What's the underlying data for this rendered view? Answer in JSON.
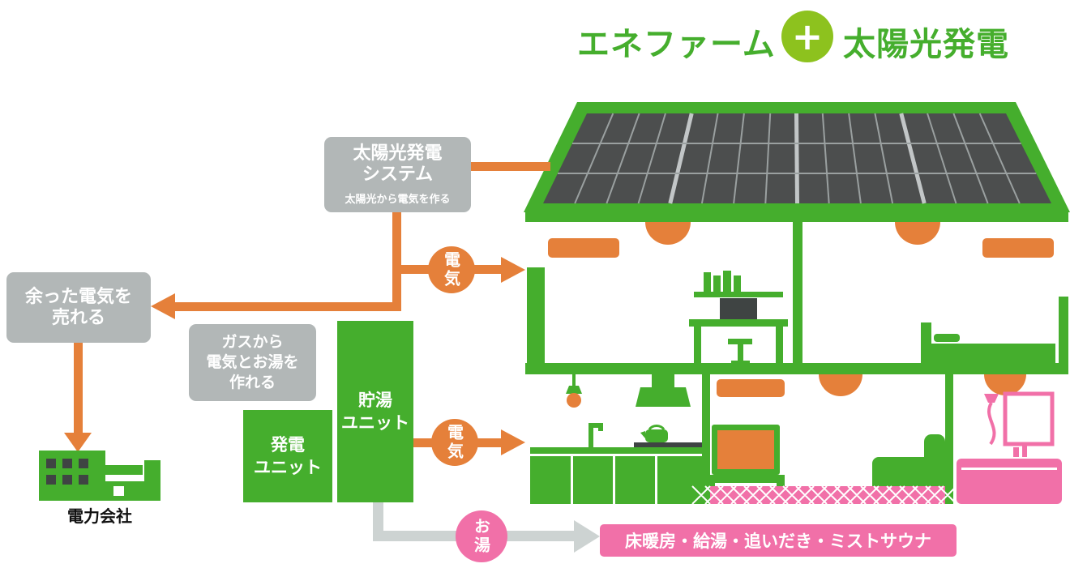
{
  "title": {
    "left": "エネファーム",
    "plus": "+",
    "right": "太陽光発電"
  },
  "boxes": {
    "solar_system": {
      "line1": "太陽光発電",
      "line2": "システム",
      "subtitle": "太陽光から電気を作る"
    },
    "sell_power": {
      "line1": "余った電気を",
      "line2": "売れる"
    },
    "gas": {
      "line1": "ガスから",
      "line2": "電気とお湯を",
      "line3": "作れる"
    },
    "power_unit": {
      "line1": "発電",
      "line2": "ユニット"
    },
    "tank_unit": {
      "line1": "貯湯",
      "line2": "ユニット"
    }
  },
  "power_company": {
    "label": "電力会社"
  },
  "flow_labels": {
    "electricity_top": "電気",
    "electricity_bottom": "電気",
    "hot_water": "お湯"
  },
  "bottom_bar": {
    "label": "床暖房・給湯・追いだき・ミストサウナ"
  },
  "icons": [
    "plus-icon",
    "solar-panel",
    "house",
    "air-conditioner",
    "ceiling-light",
    "desk-with-pc",
    "bed",
    "pendant-light",
    "range-hood",
    "kitchen-counter",
    "tv",
    "tv-board",
    "sofa",
    "rug",
    "shower",
    "mirror",
    "bathtub",
    "power-plant-building"
  ],
  "colors": {
    "green": "#45ae2d",
    "yellow_green": "#8dc21e",
    "orange": "#e5803a",
    "gray": "#b2b7b7",
    "light_gray": "#cdd3d2",
    "pink": "#f170a8",
    "panel_dark": "#4c4e4e"
  }
}
